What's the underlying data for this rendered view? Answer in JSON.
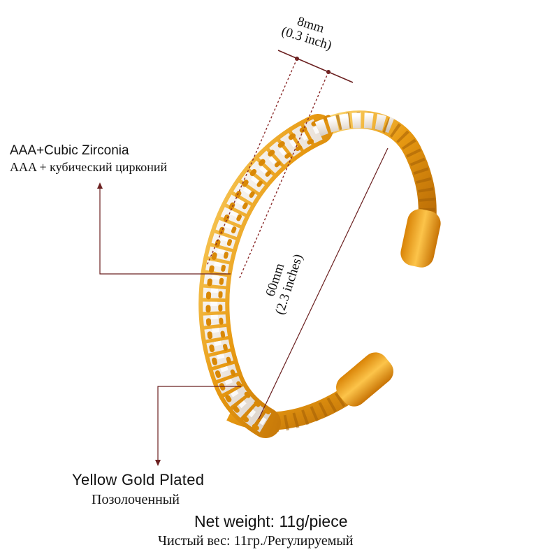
{
  "labels": {
    "cubic_zirconia_en": "AAA+Cubic Zirconia",
    "cubic_zirconia_ru": "AAA + кубический цирконий",
    "gold_en": "Yellow Gold Plated",
    "gold_ru": "Позолоченный",
    "weight_en": "Net weight: 11g/piece",
    "weight_ru": "Чистый вес: 11гр./Регулируемый"
  },
  "dimensions": {
    "width_mm": "8mm",
    "width_inch": "(0.3 inch)",
    "diameter_mm": "60mm",
    "diameter_inch": "(2.3 inches)"
  },
  "colors": {
    "gold": "#e89a12",
    "gold_light": "#fbd36a",
    "gold_dark": "#b86a05",
    "leader_line": "#6b2020",
    "stone": "#f2ece4"
  }
}
